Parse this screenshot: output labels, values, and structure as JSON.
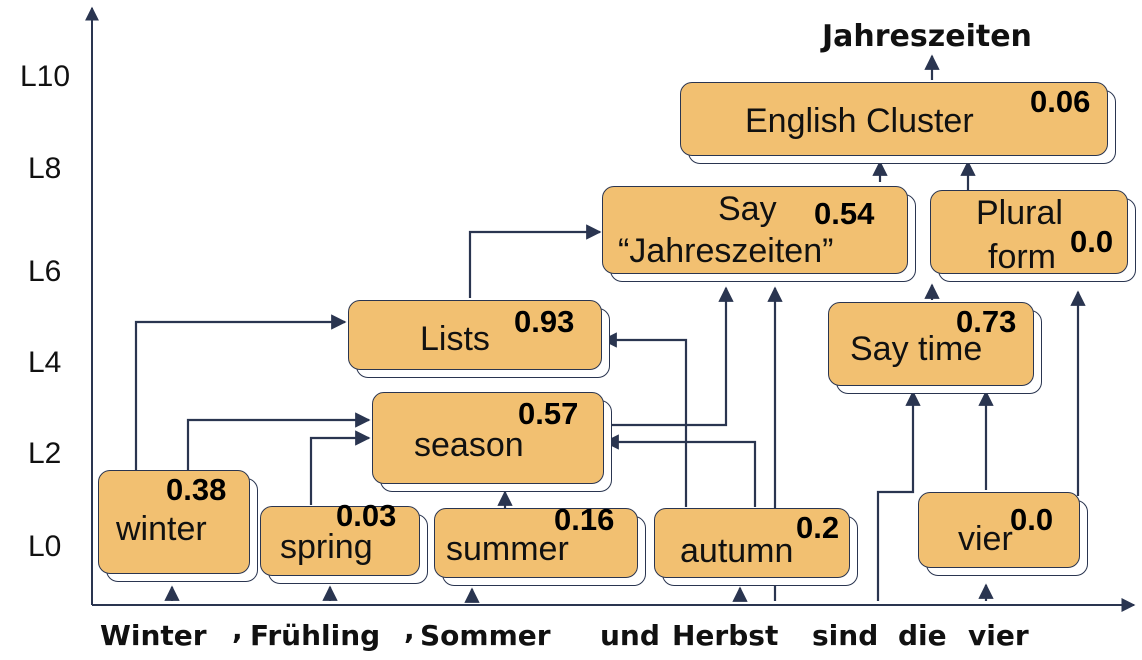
{
  "output_label": "Jahreszeiten",
  "levels": [
    "L10",
    "L8",
    "L6",
    "L4",
    "L2",
    "L0"
  ],
  "nodes": {
    "winter": {
      "label": "winter",
      "score": "0.38"
    },
    "spring": {
      "label": "spring",
      "score": "0.03"
    },
    "summer": {
      "label": "summer",
      "score": "0.16"
    },
    "autumn": {
      "label": "autumn",
      "score": "0.2"
    },
    "vier": {
      "label": "vier",
      "score": "0.0"
    },
    "season": {
      "label": "season",
      "score": "0.57"
    },
    "lists": {
      "label": "Lists",
      "score": "0.93"
    },
    "say_time": {
      "label": "Say time",
      "score": "0.73"
    },
    "say_jahreszeiten": {
      "label_line1": "Say",
      "label_line2": "“Jahreszeiten”",
      "score": "0.54"
    },
    "plural_form": {
      "label_line1": "Plural",
      "label_line2": "form",
      "score": "0.0"
    },
    "english_cluster": {
      "label": "English Cluster",
      "score": "0.06"
    }
  },
  "tokens": [
    "Winter",
    ",",
    "Frühling",
    ",",
    "Sommer",
    "und",
    "Herbst",
    "sind",
    "die",
    "vier"
  ]
}
